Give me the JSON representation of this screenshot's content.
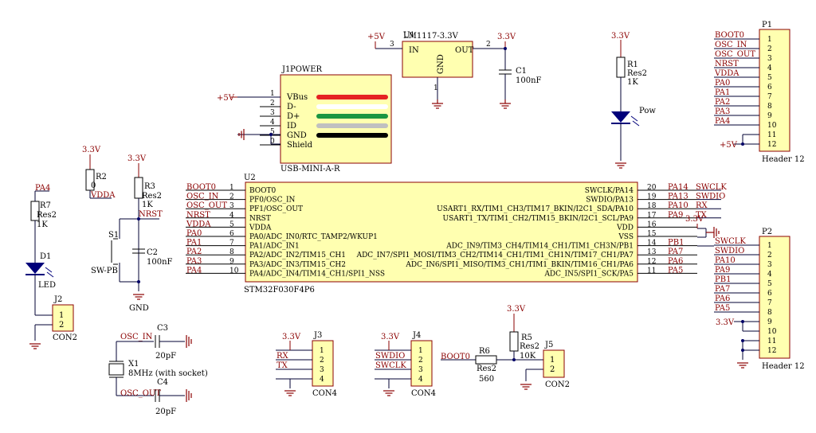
{
  "u1": {
    "ref": "U1",
    "part": "LM1117-3.3V",
    "in": "IN",
    "out": "OUT",
    "gnd": "GND",
    "pin_in": "3",
    "pin_out": "2",
    "pin_gnd": "1",
    "vin_net": "+5V",
    "vout_net": "3.3V"
  },
  "c1": {
    "ref": "C1",
    "val": "100nF"
  },
  "r1": {
    "ref": "R1",
    "part": "Res2",
    "val": "1K",
    "net": "3.3V"
  },
  "pow": {
    "label": "Pow"
  },
  "j1": {
    "ref": "J1",
    "title": "POWER",
    "footer": "USB-MINI-A-R",
    "net": "+5V",
    "pins": [
      {
        "num": "1",
        "name": "VBus",
        "color": "#e52222"
      },
      {
        "num": "2",
        "name": "D-",
        "color": "#ffffff"
      },
      {
        "num": "3",
        "name": "D+",
        "color": "#1a9641"
      },
      {
        "num": "4",
        "name": "ID",
        "color": "#c0c0c0"
      },
      {
        "num": "5",
        "name": "GND",
        "color": "#000000"
      },
      {
        "num": "0",
        "name": "Shield",
        "color": ""
      }
    ]
  },
  "p1": {
    "ref": "P1",
    "footer": "Header 12",
    "vnet": "+5V",
    "pins": [
      {
        "num": "1",
        "net": "BOOT0"
      },
      {
        "num": "2",
        "net": "OSC_IN"
      },
      {
        "num": "3",
        "net": "OSC_OUT"
      },
      {
        "num": "4",
        "net": "NRST"
      },
      {
        "num": "5",
        "net": "VDDA"
      },
      {
        "num": "6",
        "net": "PA0"
      },
      {
        "num": "7",
        "net": "PA1"
      },
      {
        "num": "8",
        "net": "PA2"
      },
      {
        "num": "9",
        "net": "PA3"
      },
      {
        "num": "10",
        "net": "PA4"
      },
      {
        "num": "11",
        "net": ""
      },
      {
        "num": "12",
        "net": ""
      }
    ]
  },
  "p2": {
    "ref": "P2",
    "footer": "Header 12",
    "vnet": "3.3V",
    "pins": [
      {
        "num": "1",
        "net": "SWCLK"
      },
      {
        "num": "2",
        "net": "SWDIO"
      },
      {
        "num": "3",
        "net": "PA10"
      },
      {
        "num": "4",
        "net": "PA9"
      },
      {
        "num": "5",
        "net": "PB1"
      },
      {
        "num": "6",
        "net": "PA7"
      },
      {
        "num": "7",
        "net": "PA6"
      },
      {
        "num": "8",
        "net": "PA5"
      },
      {
        "num": "9",
        "net": ""
      },
      {
        "num": "10",
        "net": ""
      },
      {
        "num": "11",
        "net": ""
      },
      {
        "num": "12",
        "net": ""
      }
    ]
  },
  "u2": {
    "ref": "U2",
    "part": "STM32F030F4P6",
    "left": [
      {
        "num": "1",
        "name": "BOOT0",
        "net": "BOOT0"
      },
      {
        "num": "2",
        "name": "PF0/OSC_IN",
        "net": "OSC_IN"
      },
      {
        "num": "3",
        "name": "PF1/OSC_OUT",
        "net": "OSC_OUT"
      },
      {
        "num": "4",
        "name": "NRST",
        "net": "NRST"
      },
      {
        "num": "5",
        "name": "VDDA",
        "net": "VDDA"
      },
      {
        "num": "6",
        "name": "PA0/ADC_IN0/RTC_TAMP2/WKUP1",
        "net": "PA0"
      },
      {
        "num": "7",
        "name": "PA1/ADC_IN1",
        "net": "PA1"
      },
      {
        "num": "8",
        "name": "PA2/ADC_IN2/TIM15_CH1",
        "net": "PA2"
      },
      {
        "num": "9",
        "name": "PA3/ADC_IN3/TIM15_CH2",
        "net": "PA3"
      },
      {
        "num": "10",
        "name": "PA4/ADC_IN4/TIM14_CH1/SPI1_NSS",
        "net": "PA4"
      }
    ],
    "right": [
      {
        "num": "20",
        "name": "SWCLK/PA14",
        "net": "PA14",
        "alias": "SWCLK"
      },
      {
        "num": "19",
        "name": "SWDIO/PA13",
        "net": "PA13",
        "alias": "SWDIO"
      },
      {
        "num": "18",
        "name": "USART1_RX/TIM1_CH3/TIM17_BKIN/I2C1_SDA/PA10",
        "net": "PA10",
        "alias": "RX"
      },
      {
        "num": "17",
        "name": "USART1_TX/TIM1_CH2/TIM15_BKIN/I2C1_SCL/PA9",
        "net": "PA9",
        "alias": "TX"
      },
      {
        "num": "16",
        "name": "VDD",
        "net": "",
        "alias": ""
      },
      {
        "num": "15",
        "name": "VSS",
        "net": "",
        "alias": ""
      },
      {
        "num": "14",
        "name": "ADC_IN9/TIM3_CH4/TIM14_CH1/TIM1_CH3N/PB1",
        "net": "PB1",
        "alias": ""
      },
      {
        "num": "13",
        "name": "ADC_IN7/SPI1_MOSI/TIM3_CH2/TIM14_CH1/TIM1_CH1N/TIM17_CH1/PA7",
        "net": "PA7",
        "alias": ""
      },
      {
        "num": "12",
        "name": "ADC_IN6/SPI1_MISO/TIM3_CH1/TIM1_BKIN/TIM16_CH1/PA6",
        "net": "PA6",
        "alias": ""
      },
      {
        "num": "11",
        "name": "ADC_IN5/SPI1_SCK/PA5",
        "net": "PA5",
        "alias": ""
      }
    ],
    "vdd_net": "3.3V"
  },
  "r2": {
    "ref": "R2",
    "val": "0",
    "net_top": "3.3V",
    "net_bot": "VDDA"
  },
  "r3": {
    "ref": "R3",
    "part": "Res2",
    "val": "1K",
    "net_top": "3.3V",
    "net": "NRST"
  },
  "s1": {
    "ref": "S1",
    "part": "SW-PB"
  },
  "c2": {
    "ref": "C2",
    "val": "100nF",
    "gnd": "GND"
  },
  "r7": {
    "ref": "R7",
    "part": "Res2",
    "val": "1K",
    "net": "PA4"
  },
  "d1": {
    "ref": "D1",
    "part": "LED"
  },
  "j2": {
    "ref": "J2",
    "part": "CON2",
    "pins": [
      "1",
      "2"
    ]
  },
  "x1": {
    "ref": "X1",
    "val": "8MHz (with socket)",
    "net_in": "OSC_IN",
    "net_out": "OSC_OUT"
  },
  "c3": {
    "ref": "C3",
    "val": "20pF"
  },
  "c4": {
    "ref": "C4",
    "val": "20pF"
  },
  "j3": {
    "ref": "J3",
    "part": "CON4",
    "pins": [
      "1",
      "2",
      "3",
      "4"
    ],
    "nets": [
      "3.3V",
      "RX",
      "TX",
      ""
    ]
  },
  "j4": {
    "ref": "J4",
    "part": "CON4",
    "pins": [
      "1",
      "2",
      "3",
      "4"
    ],
    "nets": [
      "3.3V",
      "SWDIO",
      "SWCLK",
      ""
    ]
  },
  "r5": {
    "ref": "R5",
    "part": "Res2",
    "val": "10K",
    "net": "3.3V"
  },
  "r6": {
    "ref": "R6",
    "part": "Res2",
    "val": "560",
    "net": "BOOT0"
  },
  "j5": {
    "ref": "J5",
    "part": "CON2",
    "pins": [
      "1",
      "2"
    ]
  }
}
